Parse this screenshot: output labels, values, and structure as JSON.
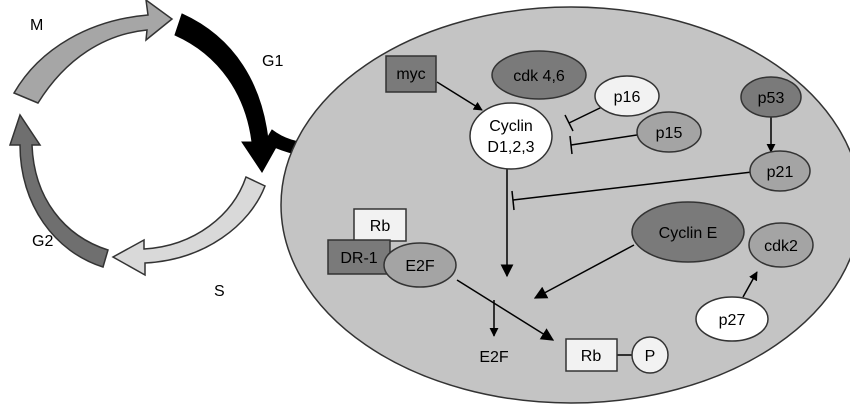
{
  "cycle": {
    "phases": {
      "m": "M",
      "g1": "G1",
      "s": "S",
      "g2": "G2"
    }
  },
  "pathway": {
    "nodes": {
      "myc": "myc",
      "cdk46": "cdk 4,6",
      "cyclin_d_line1": "Cyclin",
      "cyclin_d_line2": "D1,2,3",
      "p16": "p16",
      "p15": "p15",
      "p53": "p53",
      "p21": "p21",
      "rb_top": "Rb",
      "dr1": "DR-1",
      "e2f_complex": "E2F",
      "cyclin_e": "Cyclin E",
      "cdk2": "cdk2",
      "p27": "p27",
      "e2f_free": "E2F",
      "rb_product": "Rb",
      "phospho": "P"
    }
  },
  "colors": {
    "cell": "#c4c4c4",
    "dark_node": "#7a7a7a",
    "medium_node": "#a4a4a4",
    "light_node": "#f2f2f2",
    "white_node": "#ffffff",
    "arc_m": "#a6a6a6",
    "arc_g1": "#000000",
    "arc_s": "#d9d9d9",
    "arc_g2": "#6f6f6f"
  }
}
